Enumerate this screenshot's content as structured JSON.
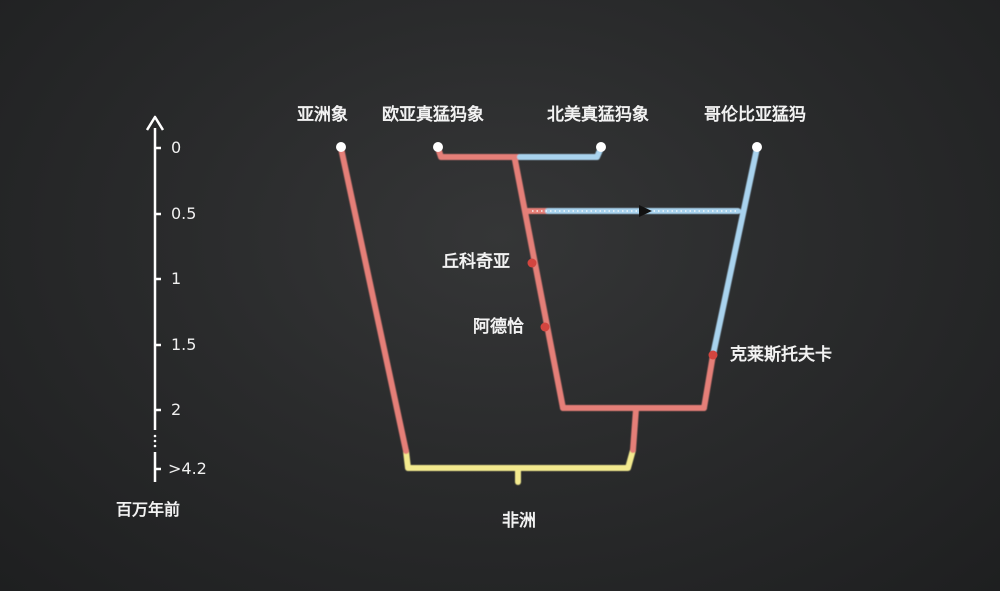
{
  "species": {
    "asian_elephant": "亚洲象",
    "eurasian_woolly": "欧亚真猛犸象",
    "north_american_woolly": "北美真猛犸象",
    "columbian": "哥伦比亚猛犸"
  },
  "fossils": {
    "chukochya": "丘科奇亚",
    "adycha": "阿德恰",
    "krestovka": "克莱斯托夫卡"
  },
  "axis": {
    "unit": "百万年前",
    "ticks": [
      "0",
      "0.5",
      "1",
      "1.5",
      "2",
      ">4.2"
    ]
  },
  "root": "非洲",
  "colors": {
    "red_lineage": "#e57f78",
    "blue_lineage": "#a9d3ee",
    "yellow_lineage": "#f3ea8e",
    "node_marker": "#d3453f",
    "axis": "#ffffff"
  }
}
